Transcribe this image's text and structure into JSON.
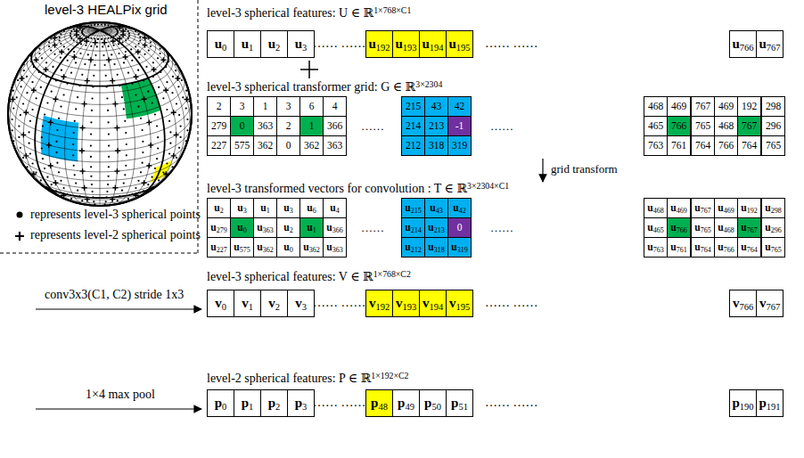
{
  "diagram": {
    "labels": [
      "level-3 HEALPix grid",
      "level-3 spherical features: U ∈ ℝ1×768×C1",
      "u0",
      "u1",
      "u2",
      "u3",
      "…… ……",
      "u192",
      "u193",
      "u194",
      "u195",
      "…… ……",
      "u766",
      "u767",
      "level-3 spherical transformer grid: G ∈ ℝ3×2304",
      "2",
      "3",
      "1",
      "3",
      "6",
      "4",
      "279",
      "0",
      "363",
      "2",
      "1",
      "366",
      "227",
      "575",
      "362",
      "0",
      "362",
      "363",
      "……",
      "215",
      "43",
      "42",
      "214",
      "213",
      "-1",
      "212",
      "318",
      "319",
      "……",
      "468",
      "469",
      "767",
      "469",
      "192",
      "298",
      "465",
      "766",
      "765",
      "468",
      "767",
      "296",
      "763",
      "761",
      "764",
      "766",
      "764",
      "765",
      "grid transform",
      "level-3 transformed vectors for convolution : T ∈ ℝ3×2304×C1",
      "u2",
      "u3",
      "u1",
      "u3",
      "u6",
      "u4",
      "u279",
      "u0",
      "u363",
      "u2",
      "u1",
      "u366",
      "u227",
      "u575",
      "u362",
      "u0",
      "u362",
      "u363",
      "……",
      "u215",
      "u43",
      "u42",
      "u214",
      "u213",
      "0",
      "u212",
      "u318",
      "u319",
      "……",
      "u468",
      "u469",
      "u767",
      "u469",
      "u192",
      "u298",
      "u465",
      "u766",
      "u765",
      "u468",
      "u767",
      "u296",
      "u763",
      "u761",
      "u764",
      "u766",
      "u764",
      "u765",
      "conv3x3(C1, C2) stride 1x3",
      "level-3 spherical features: V ∈ ℝ1×768×C2",
      "v0",
      "v1",
      "v2",
      "v3",
      "…… ……",
      "v192",
      "v193",
      "v194",
      "v195",
      "…… ……",
      "v766",
      "v767",
      "1×4 max pool",
      "level-2 spherical features: P ∈ ℝ1×192×C2",
      "p0",
      "p1",
      "p2",
      "p3",
      "…… ……",
      "p48",
      "p49",
      "p50",
      "p51",
      "…… ……",
      "p190",
      "p191"
    ],
    "legend": [
      {
        "text": "represents level-3 spherical points"
      },
      {
        "text": "represents level-2 spherical points"
      }
    ]
  }
}
